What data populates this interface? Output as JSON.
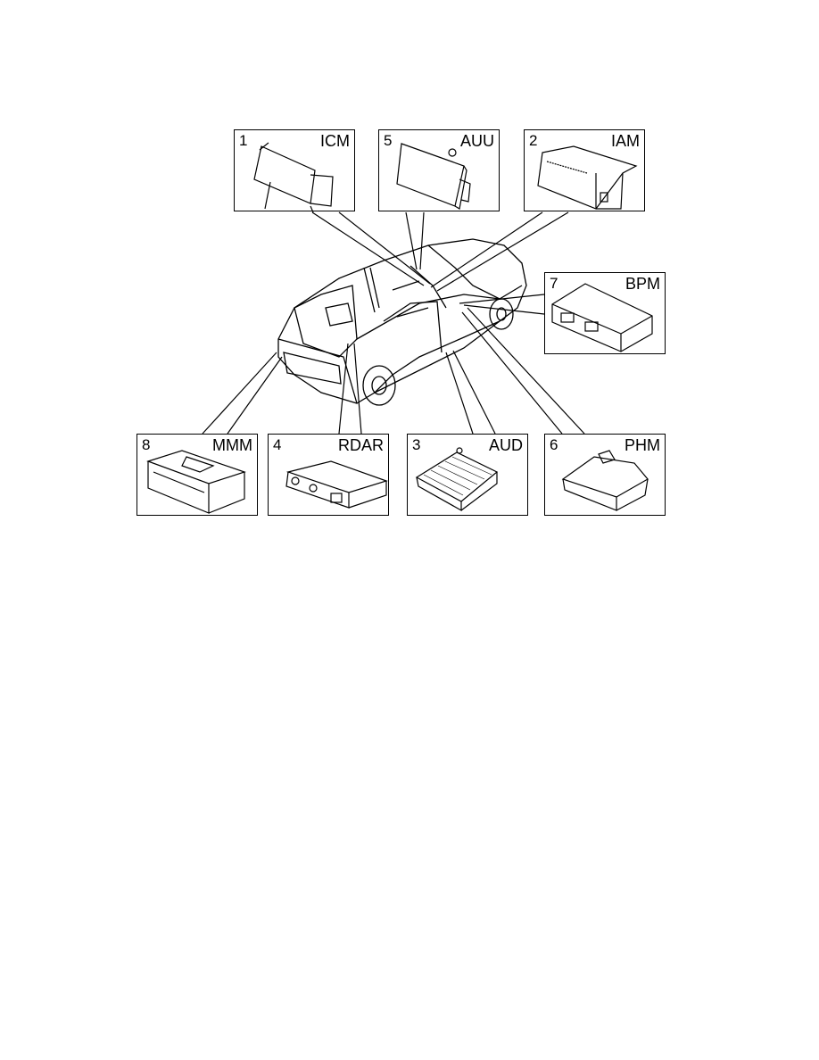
{
  "modules": [
    {
      "number": "1",
      "label": "ICM"
    },
    {
      "number": "5",
      "label": "AUU"
    },
    {
      "number": "2",
      "label": "IAM"
    },
    {
      "number": "7",
      "label": "BPM"
    },
    {
      "number": "8",
      "label": "MMM"
    },
    {
      "number": "4",
      "label": "RDAR"
    },
    {
      "number": "3",
      "label": "AUD"
    },
    {
      "number": "6",
      "label": "PHM"
    }
  ],
  "colors": {
    "line": "#000000",
    "background": "#ffffff"
  }
}
